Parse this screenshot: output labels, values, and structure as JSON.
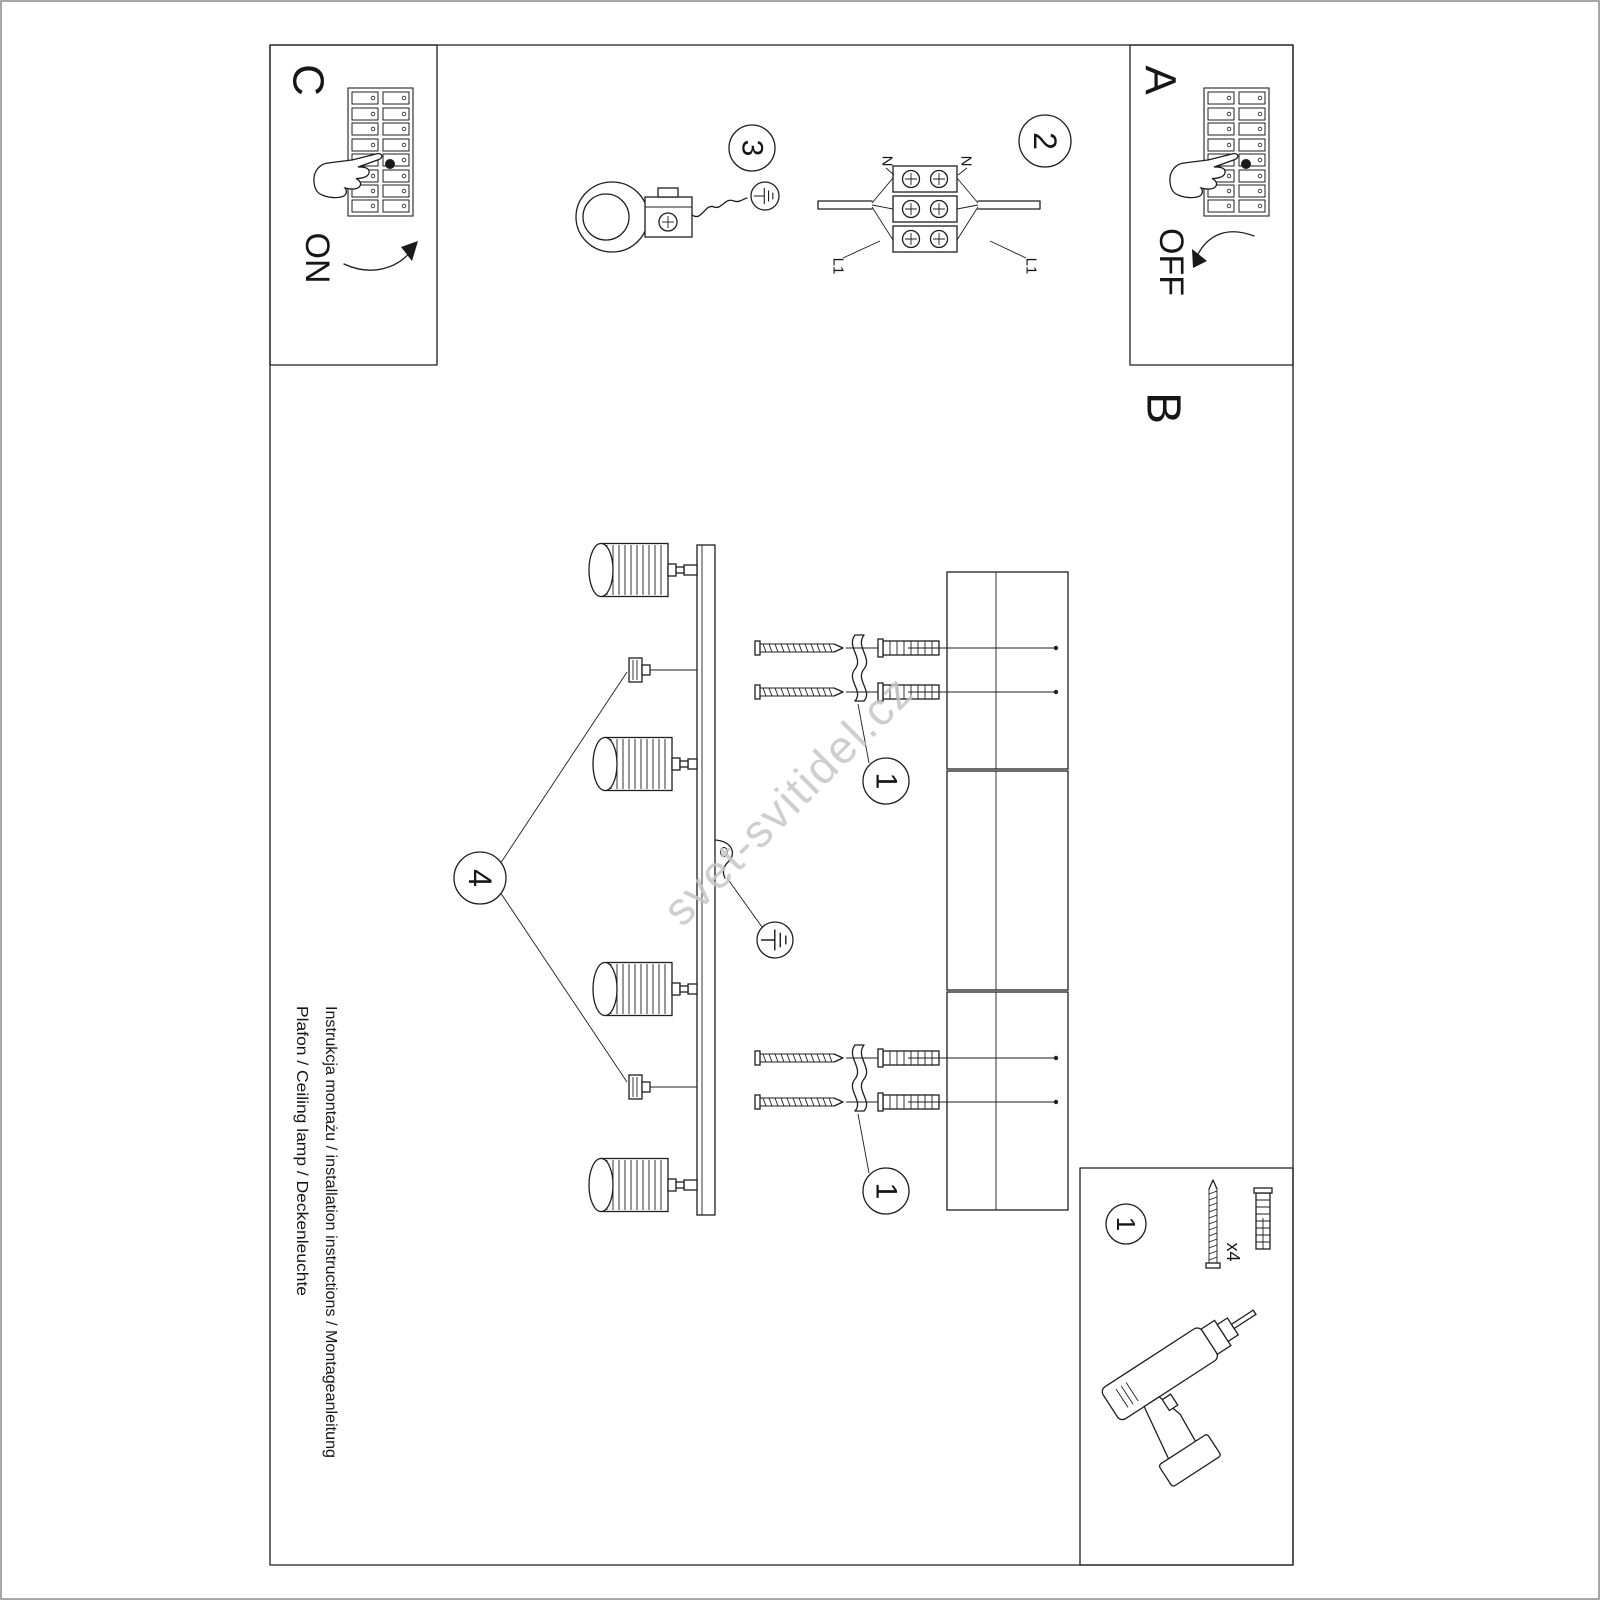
{
  "sheet": {
    "watermark": "svet-svitidel.cz",
    "footer_line1": "Instrukcja montażu / installation instructions / Montageanleitung",
    "footer_line2": "Plafon / Ceiling lamp / Deckenleuchte"
  },
  "sections": {
    "switch_on": {
      "label": "C",
      "action": "ON"
    },
    "switch_off": {
      "label": "A",
      "action": "OFF"
    },
    "mounting": {
      "label": "B"
    }
  },
  "step_labels": {
    "anchors": "1",
    "wiring": "2",
    "ground": "3",
    "shades": "4"
  },
  "wiring_labels": {
    "neutral_in": "N",
    "neutral_out": "N",
    "line_in": "L1",
    "line_out": "L1"
  },
  "hardware_box": {
    "step": "1",
    "quantity": "x4"
  },
  "colors": {
    "ink": "#1e1e1e",
    "paper": "#ffffff",
    "watermark": "#c6c6c6"
  }
}
